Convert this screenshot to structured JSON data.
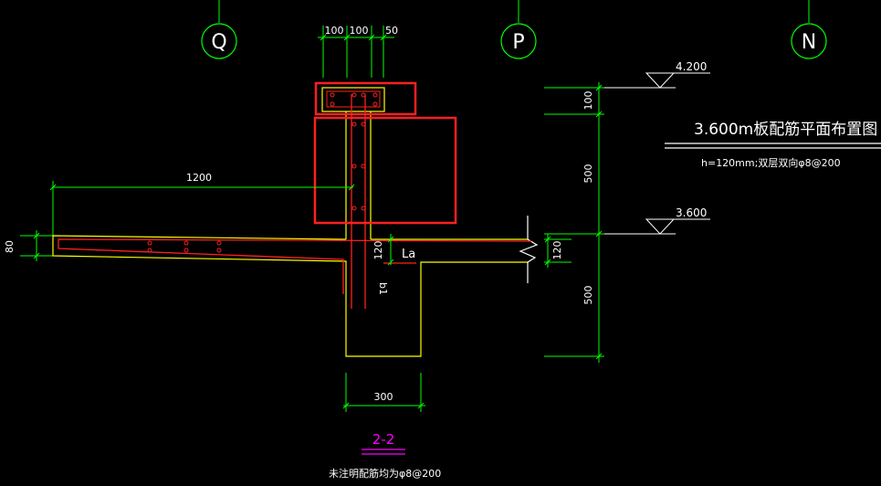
{
  "colors": {
    "background": "#000000",
    "dimension": "#00ff00",
    "concrete": "#ffff00",
    "rebar": "#ff2020",
    "highlight": "#ff2020",
    "title": "#ff00ff",
    "text": "#ffffff"
  },
  "grid": {
    "q": "Q",
    "p": "P",
    "n": "N"
  },
  "dims": {
    "top_a": "100",
    "top_b": "100",
    "top_c": "50",
    "cantilever": "1200",
    "slab_left": "80",
    "slab_mid": "120",
    "slab_right": "120",
    "anchor": "La",
    "beam_vertical": "b1",
    "beam_width": "300",
    "upper_100": "100",
    "upper_500": "500",
    "lower_500": "500"
  },
  "elevations": {
    "top": "4.200",
    "slab": "3.600"
  },
  "notes": {
    "heading": "3.600m板配筋平面布置图",
    "slab_spec": "h=120mm;双层双向φ8@200",
    "section_label": "2-2",
    "footnote": "未注明配筋均为φ8@200"
  }
}
